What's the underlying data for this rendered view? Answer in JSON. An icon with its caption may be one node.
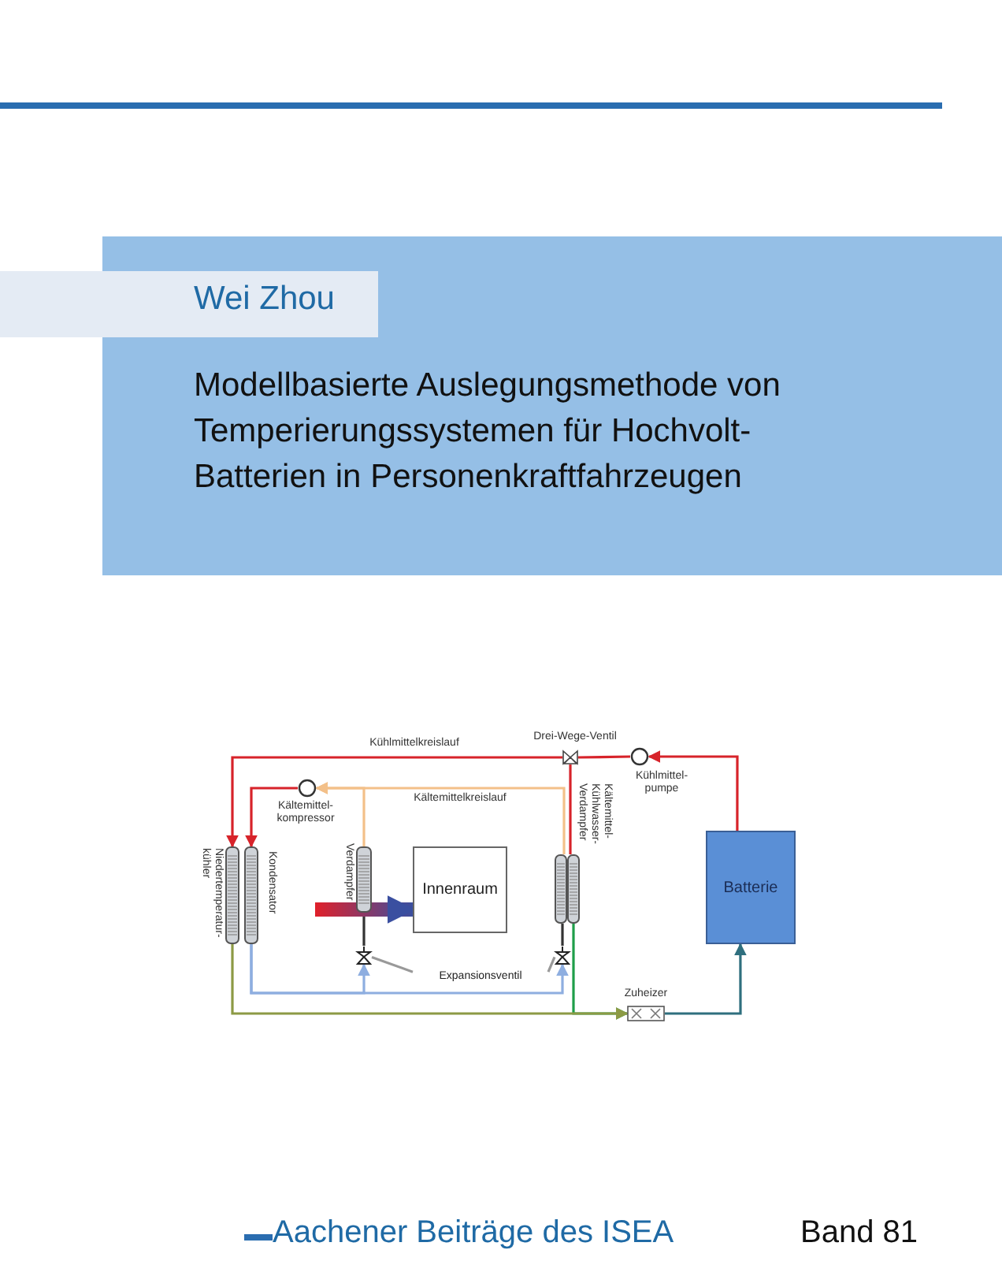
{
  "diagram": {
    "title": "Modellbasierte Auslegungsmethode von Temperierungssystemen für Hochvolt-Batterien in Personenkraftfahrzeugen",
    "nodes": [
      {
        "text": [],
        "shape": "box",
        "beside": [
          "Niedertemperatur-kühler"
        ]
      },
      {
        "text": [],
        "shape": "box",
        "beside": [
          "Kondensator"
        ]
      },
      {
        "text": [],
        "shape": "circle",
        "beside": [
          "Kältemittel-kompressor"
        ]
      },
      {
        "text": [],
        "shape": "box",
        "beside": [
          "Verdampfer"
        ]
      },
      {
        "text": [
          "Innenraum"
        ]
      },
      {
        "text": [],
        "shape": "box",
        "beside": [
          "Kältemittel-Kühlwasser-Verdampfer"
        ]
      },
      {
        "text": [],
        "shape": "box",
        "beside": [
          "Drei-Wege-Ventil"
        ]
      },
      {
        "text": [],
        "shape": "circle",
        "beside": [
          "Kühlmittel-pumpe"
        ]
      },
      {
        "text": [
          "Batterie"
        ]
      },
      {
        "text": [],
        "shape": "box",
        "beside": [
          "Zuheizer"
        ]
      },
      {
        "text": [],
        "shape": "box"
      },
      {
        "text": [],
        "shape": "box"
      },
      {
        "text": [
          "Expansionsventil"
        ]
      }
    ],
    "edges": [
      {
        "from": 8,
        "to": 7,
        "arrow": "to",
        "color": "#d7232a"
      },
      {
        "from": 7,
        "to": 6,
        "arrow": "none",
        "color": "#d7232a"
      },
      {
        "from": 6,
        "to": 0,
        "arrow": "to",
        "color": "#d7232a",
        "label": "Kühlmittelkreislauf"
      },
      {
        "from": 6,
        "to": 5,
        "arrow": "none",
        "color": "#d7232a"
      },
      {
        "from": 2,
        "to": 1,
        "arrow": "to",
        "color": "#d7232a"
      },
      {
        "from": 3,
        "to": 2,
        "arrow": "to",
        "color": "#f3c089"
      },
      {
        "from": 5,
        "to": 2,
        "arrow": "to",
        "color": "#f3c089",
        "label": "Kältemittelkreislauf"
      },
      {
        "from": 1,
        "to": 10,
        "arrow": "to",
        "color": "#8eaee0"
      },
      {
        "from": 1,
        "to": 11,
        "arrow": "to",
        "color": "#8eaee0"
      },
      {
        "from": 10,
        "to": 3,
        "arrow": "none",
        "color": "#333333"
      },
      {
        "from": 11,
        "to": 5,
        "arrow": "none",
        "color": "#333333"
      },
      {
        "from": 5,
        "to": 9,
        "arrow": "to",
        "color": "#1f9e4a"
      },
      {
        "from": 0,
        "to": 9,
        "arrow": "to",
        "color": "#8c9a45"
      },
      {
        "from": 9,
        "to": 8,
        "arrow": "to",
        "color": "#2f6f7e"
      },
      {
        "from": 12,
        "to": 10,
        "arrow": "none",
        "color": "#999999"
      },
      {
        "from": 12,
        "to": 11,
        "arrow": "none",
        "color": "#999999"
      },
      {
        "from": null,
        "to": 4,
        "arrow": "to",
        "style": "thick",
        "color": "#3a4fa0"
      }
    ],
    "labels": [
      "Wei Zhou",
      "Aachener Beiträge des ISEA",
      "Band 81"
    ]
  }
}
